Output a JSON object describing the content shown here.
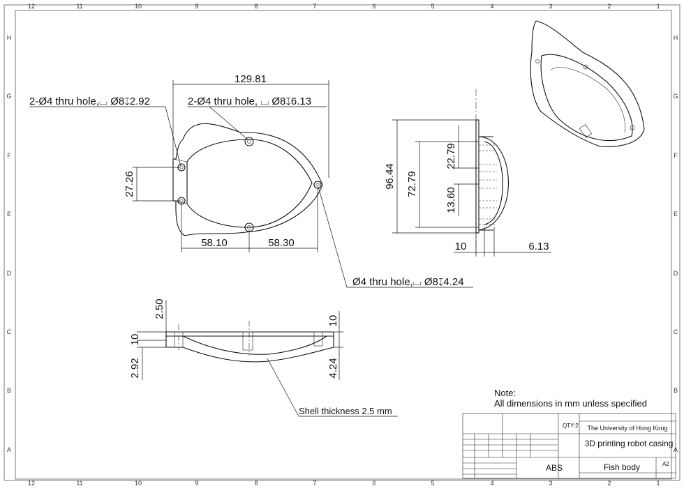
{
  "border": {
    "columns_top": [
      "12",
      "11",
      "10",
      "9",
      "8",
      "7",
      "6",
      "5",
      "4",
      "3",
      "2",
      "1"
    ],
    "columns_bottom": [
      "12",
      "11",
      "10",
      "9",
      "8",
      "7",
      "6",
      "5",
      "4",
      "3",
      "2",
      "1"
    ],
    "rows": [
      "H",
      "G",
      "F",
      "E",
      "D",
      "C",
      "B",
      "A"
    ]
  },
  "top_view": {
    "overall_width": "129.81",
    "callout_left": "2-Ø4 thru hole,⌴ Ø8↧2.92",
    "callout_right": "2-Ø4 thru hole, ⌴ Ø8↧6.13",
    "callout_tip": "Ø4 thru hole,⌴ Ø8↧4.24",
    "hole_spacing": "27.26",
    "width_left": "58.10",
    "width_right": "58.30"
  },
  "side_view": {
    "overall_height": "96.44",
    "inner_height": "72.79",
    "upper_offset": "22.79",
    "lower_offset": "13.60",
    "left_thickness": "10",
    "right_thickness": "6.13"
  },
  "front_view": {
    "dim_250": "2.50",
    "dim_10_left": "10",
    "dim_292": "2.92",
    "dim_10_right": "10",
    "dim_424": "4.24",
    "shell_note": "Shell thickness 2.5 mm"
  },
  "note": {
    "title": "Note:",
    "body": "All dimensions in mm unless specified"
  },
  "title_block": {
    "qty": "QTY:2",
    "organization": "The University of Hong Kong",
    "drawing_title": "3D printing robot casing",
    "material": "ABS",
    "part_name": "Fish body",
    "sheet_size": "A2"
  }
}
